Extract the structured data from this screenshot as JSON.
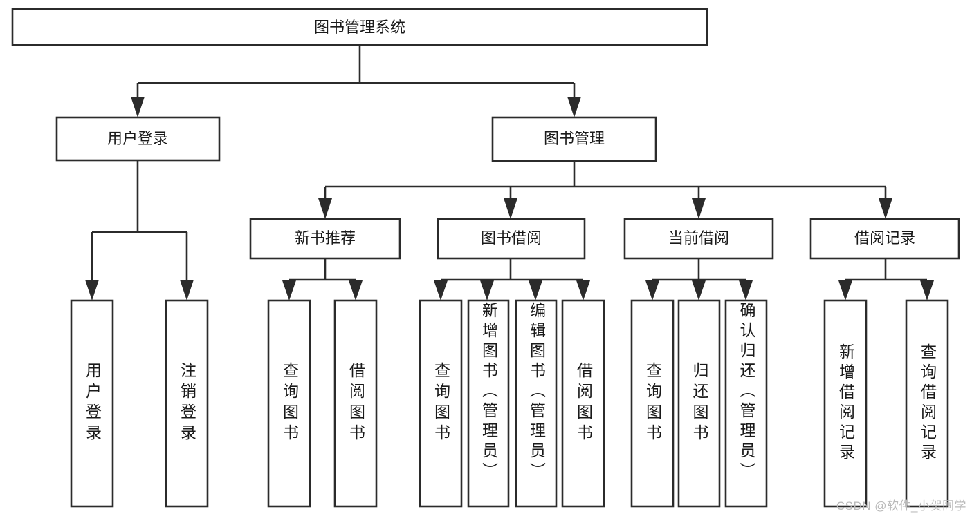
{
  "diagram": {
    "type": "tree-hierarchy-diagram",
    "title": "图书管理系统",
    "root": {
      "id": "root",
      "label": "图书管理系统",
      "orientation": "horizontal"
    },
    "level2": [
      {
        "id": "user-login",
        "label": "用户登录",
        "orientation": "horizontal"
      },
      {
        "id": "book-management",
        "label": "图书管理",
        "orientation": "horizontal"
      }
    ],
    "level3": [
      {
        "id": "new-book-recommend",
        "label": "新书推荐",
        "orientation": "horizontal",
        "parent": "book-management"
      },
      {
        "id": "book-borrow",
        "label": "图书借阅",
        "orientation": "horizontal",
        "parent": "book-management"
      },
      {
        "id": "current-borrow",
        "label": "当前借阅",
        "orientation": "horizontal",
        "parent": "book-management"
      },
      {
        "id": "borrow-record",
        "label": "借阅记录",
        "orientation": "horizontal",
        "parent": "book-management"
      }
    ],
    "leaves": [
      {
        "id": "leaf-user-login",
        "label": "用户登录",
        "orientation": "vertical",
        "parent": "user-login"
      },
      {
        "id": "leaf-user-logout",
        "label": "注销登录",
        "orientation": "vertical",
        "parent": "user-login"
      },
      {
        "id": "leaf-query-book-1",
        "label": "查询图书",
        "orientation": "vertical",
        "parent": "new-book-recommend"
      },
      {
        "id": "leaf-borrow-book-1",
        "label": "借阅图书",
        "orientation": "vertical",
        "parent": "new-book-recommend"
      },
      {
        "id": "leaf-query-book-2",
        "label": "查询图书",
        "orientation": "vertical",
        "parent": "book-borrow"
      },
      {
        "id": "leaf-add-book",
        "label": "新增图书（管理员）",
        "orientation": "vertical",
        "parent": "book-borrow"
      },
      {
        "id": "leaf-edit-book",
        "label": "编辑图书（管理员）",
        "orientation": "vertical",
        "parent": "book-borrow"
      },
      {
        "id": "leaf-borrow-book-2",
        "label": "借阅图书",
        "orientation": "vertical",
        "parent": "book-borrow"
      },
      {
        "id": "leaf-query-book-3",
        "label": "查询图书",
        "orientation": "vertical",
        "parent": "current-borrow"
      },
      {
        "id": "leaf-return-book",
        "label": "归还图书",
        "orientation": "vertical",
        "parent": "current-borrow"
      },
      {
        "id": "leaf-confirm-return",
        "label": "确认归还（管理员）",
        "orientation": "vertical",
        "parent": "current-borrow"
      },
      {
        "id": "leaf-add-record",
        "label": "新增借阅记录",
        "orientation": "vertical",
        "parent": "borrow-record"
      },
      {
        "id": "leaf-query-record",
        "label": "查询借阅记录",
        "orientation": "vertical",
        "parent": "borrow-record"
      }
    ],
    "watermark": "CSDN @软件_小贺同学",
    "colors": {
      "stroke": "#2b2b2b",
      "fill": "#ffffff",
      "text": "#1a1a1a",
      "watermark": "#b9b9b9",
      "background": "#ffffff"
    }
  }
}
